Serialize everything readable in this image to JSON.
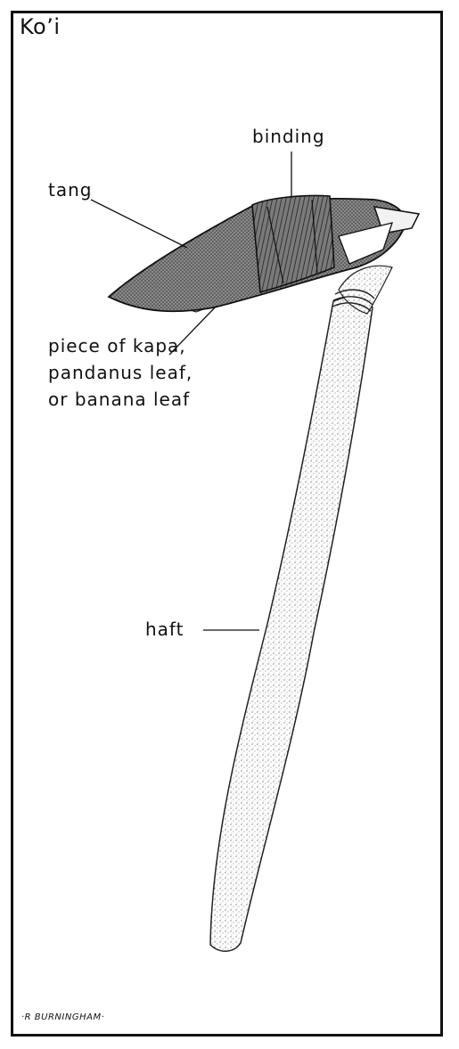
{
  "title": "Ko’i",
  "labels": {
    "binding": "binding",
    "tang": "tang",
    "piece_line1": "piece of kapa,",
    "piece_line2": "pandanus leaf,",
    "piece_line3": "or banana leaf",
    "haft": "haft"
  },
  "signature": "·R BURNINGHAM·",
  "colors": {
    "frame": "#111111",
    "stone": "#6f6f6f",
    "binding": "#5a5a5a",
    "haft": "#e6e6e6"
  }
}
